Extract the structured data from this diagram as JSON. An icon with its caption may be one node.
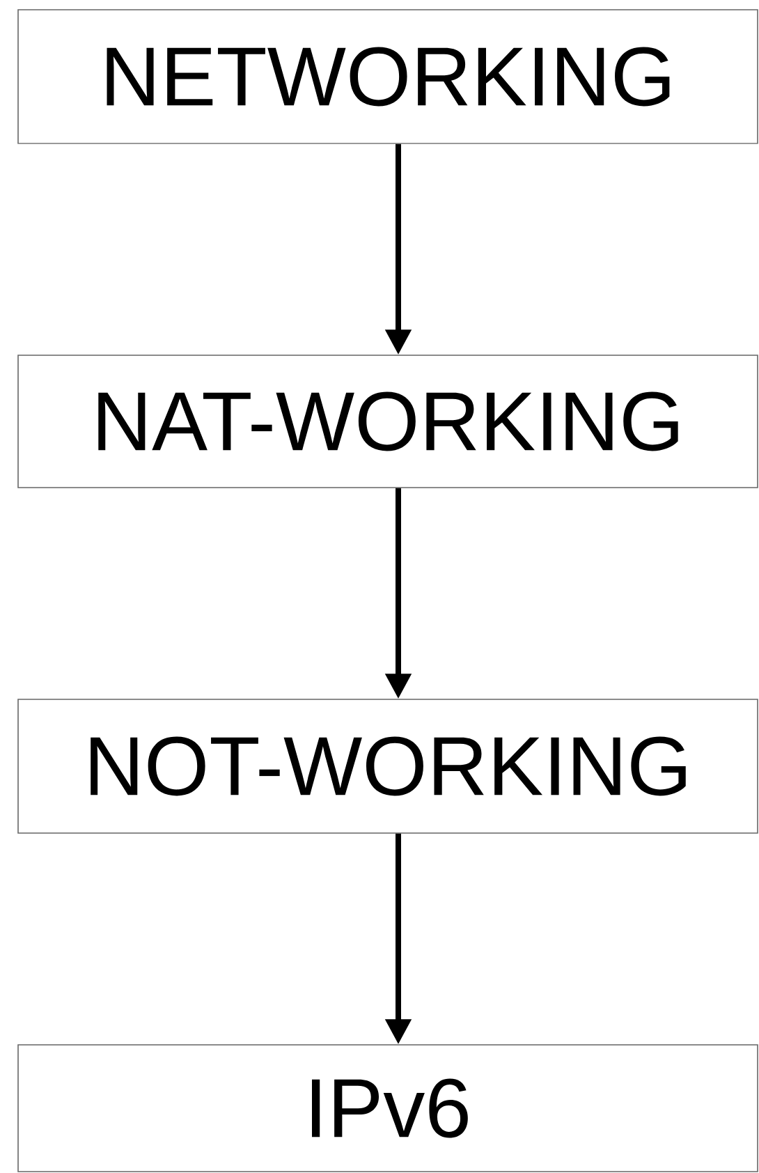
{
  "diagram": {
    "nodes": [
      {
        "text": [
          "NETWORKING"
        ]
      },
      {
        "text": [
          "NAT-WORKING"
        ]
      },
      {
        "text": [
          "NOT-WORKING"
        ]
      },
      {
        "text": [
          "IPv6"
        ]
      }
    ],
    "edges": [
      {
        "from": 0,
        "to": 1,
        "arrow": "to"
      },
      {
        "from": 1,
        "to": 2,
        "arrow": "to"
      },
      {
        "from": 2,
        "to": 3,
        "arrow": "to"
      }
    ]
  }
}
